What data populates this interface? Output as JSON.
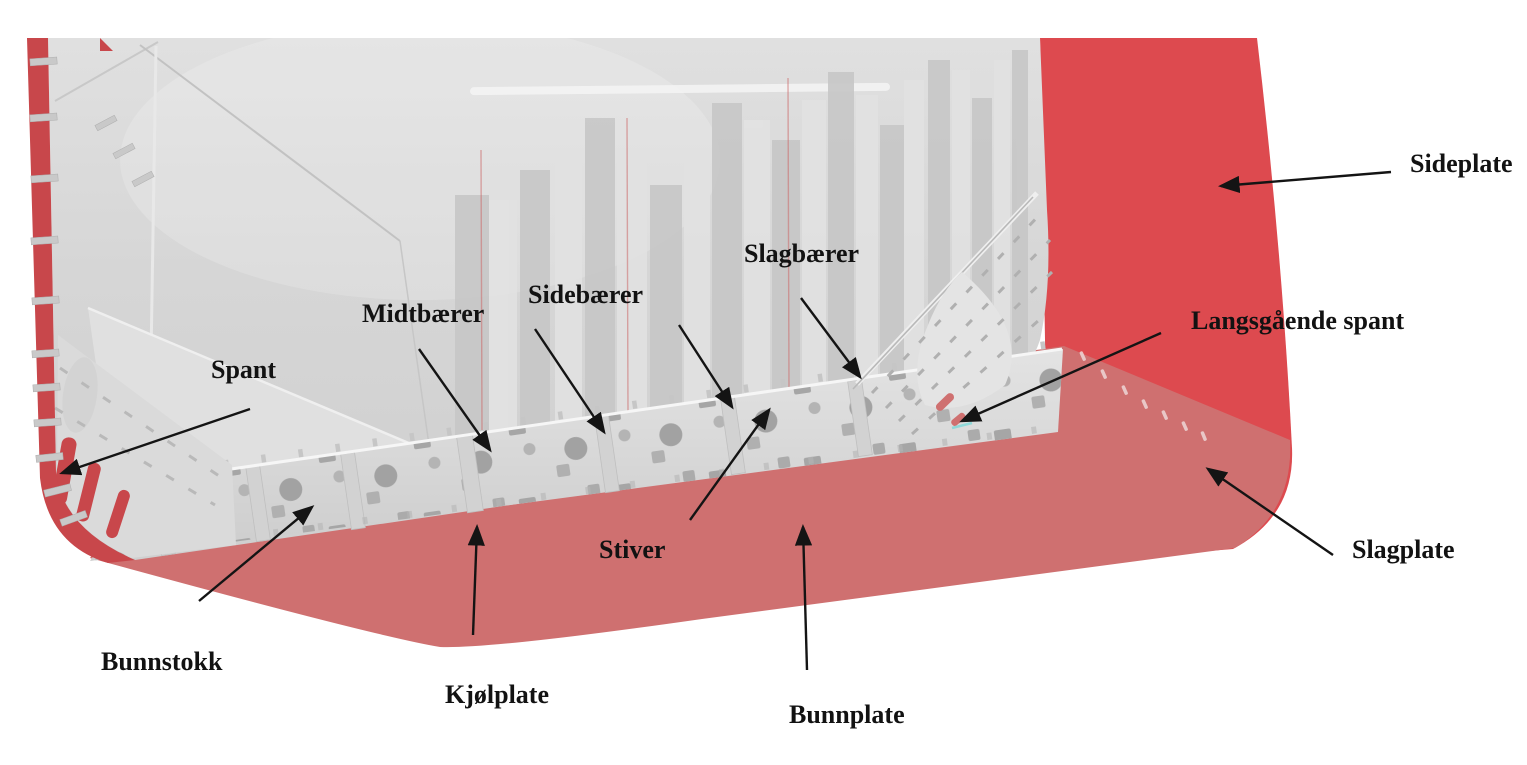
{
  "figure": {
    "kind": "annotated hull structure diagram",
    "labels": [
      {
        "id": "sideplate",
        "text": "Sideplate"
      },
      {
        "id": "slagbaerer",
        "text": "Slagbærer"
      },
      {
        "id": "sidebaerer",
        "text": "Sidebærer"
      },
      {
        "id": "midtbaerer",
        "text": "Midtbærer"
      },
      {
        "id": "langsgaaende-spant",
        "text": "Langsgående spant"
      },
      {
        "id": "spant",
        "text": "Spant"
      },
      {
        "id": "stiver",
        "text": "Stiver"
      },
      {
        "id": "slagplate",
        "text": "Slagplate"
      },
      {
        "id": "bunnstokk",
        "text": "Bunnstokk"
      },
      {
        "id": "kjoelplate",
        "text": "Kjølplate"
      },
      {
        "id": "bunnplate",
        "text": "Bunnplate"
      }
    ]
  },
  "colors": {
    "background": "#ffffff",
    "side_plate": "#dd4a4f",
    "bottom_plate": "#cf7070",
    "shell_edge": "#c8474b",
    "interior_gray": "#d6d6d6",
    "floor_band": "#e3e3e3",
    "bracket_gray": "#dadada",
    "arrow": "#141414",
    "label_text": "#121212"
  }
}
